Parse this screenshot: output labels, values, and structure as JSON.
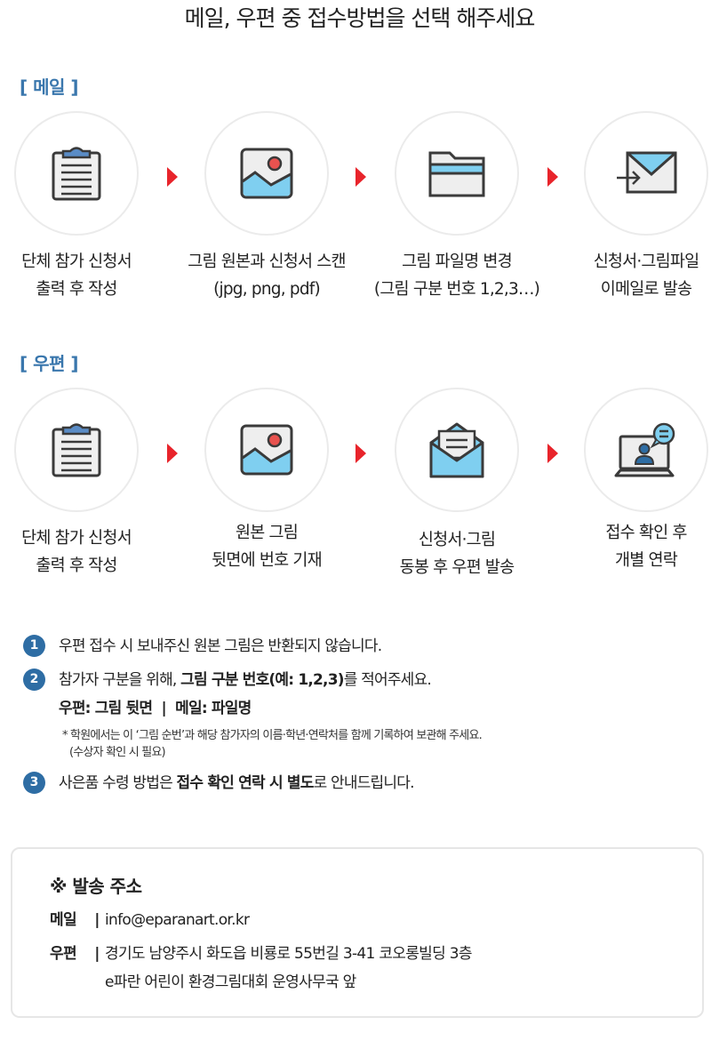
{
  "title": "메일, 우편 중 접수방법을 선택 해주세요",
  "colors": {
    "accent_blue": "#3a77ad",
    "arrow_red": "#e8242b",
    "badge_blue": "#2e6da4",
    "icon_light_blue": "#7fcff0",
    "icon_red": "#e8524f",
    "icon_stroke": "#3a3a3a"
  },
  "mail_section": {
    "label": "[ 메일 ]",
    "steps": [
      {
        "icon": "clipboard-icon",
        "line1": "단체 참가 신청서",
        "line2": "출력 후 작성"
      },
      {
        "icon": "image-icon",
        "line1": "그림 원본과 신청서 스캔",
        "line2": "(jpg, png, pdf)"
      },
      {
        "icon": "folder-icon",
        "line1": "그림 파일명 변경",
        "line2": "(그림 구분 번호 1,2,3…)"
      },
      {
        "icon": "email-send-icon",
        "line1": "신청서·그림파일",
        "line2": "이메일로 발송"
      }
    ]
  },
  "post_section": {
    "label": "[ 우편 ]",
    "steps": [
      {
        "icon": "clipboard-icon",
        "line1": "단체 참가 신청서",
        "line2": "출력 후 작성"
      },
      {
        "icon": "image-icon",
        "line1": "원본 그림",
        "line2": "뒷면에 번호 기재"
      },
      {
        "icon": "open-envelope-icon",
        "line1": "신청서·그림",
        "line2": "동봉 후 우편 발송"
      },
      {
        "icon": "video-chat-icon",
        "line1": "접수 확인 후",
        "line2": "개별 연락"
      }
    ]
  },
  "notes": [
    {
      "num": "1",
      "text": "우편 접수 시 보내주신 원본 그림은 반환되지 않습니다."
    },
    {
      "num": "2",
      "pre": "참가자 구분을 위해, ",
      "bold": "그림 구분 번호(예: 1,2,3)",
      "post": "를 적어주세요.",
      "sub": "우편: 그림 뒷면  |  메일: 파일명",
      "fine1": "* 학원에서는 이 ‘그림 순번’과 해당 참가자의 이름·학년·연락처를 함께 기록하여 보관해 주세요.",
      "fine2": "(수상자 확인 시 필요)"
    },
    {
      "num": "3",
      "pre": "사은품 수령 방법은 ",
      "bold": "접수 확인 연락 시 별도",
      "post": "로 안내드립니다."
    }
  ],
  "address_box": {
    "title": "※ 발송 주소",
    "email_key": "메일",
    "email_value": "info@eparanart.or.kr",
    "post_key": "우편",
    "post_line1": "경기도 남양주시 화도읍 비룡로 55번길 3-41 코오롱빌딩 3층",
    "post_line2": "e파란 어린이 환경그림대회 운영사무국 앞",
    "separator": "|"
  }
}
